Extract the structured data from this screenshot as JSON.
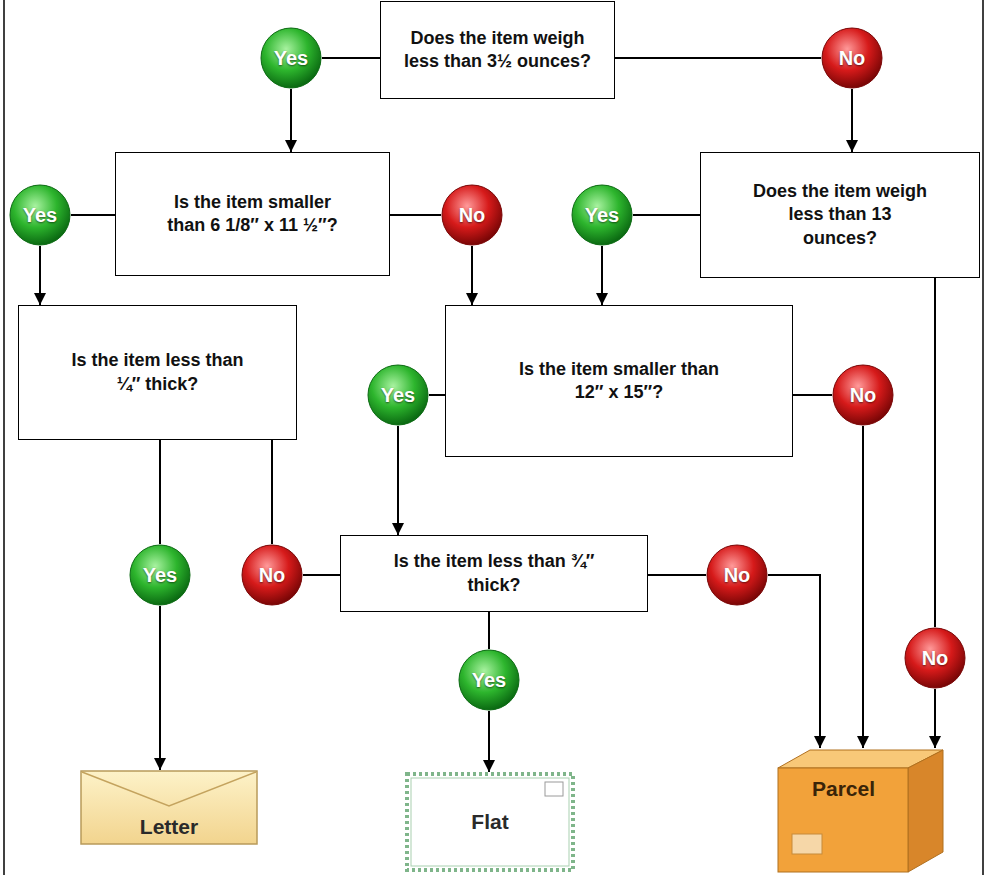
{
  "diagram": {
    "nodes": [
      {
        "text": [
          "Does the item weigh less than 3½ ounces?"
        ]
      },
      {
        "text": [
          "Yes"
        ]
      },
      {
        "text": [
          "No"
        ]
      },
      {
        "text": [
          "Is the item smaller than 6 1/8″ x 11 ½″?"
        ]
      },
      {
        "text": [
          "Does the item weigh less than 13 ounces?"
        ]
      },
      {
        "text": [
          "Yes"
        ]
      },
      {
        "text": [
          "No"
        ]
      },
      {
        "text": [
          "Yes"
        ]
      },
      {
        "text": [
          "Is the item less than ¼″ thick?"
        ]
      },
      {
        "text": [
          "Yes"
        ]
      },
      {
        "text": [
          "Is the item smaller than 12″ x 15″?"
        ]
      },
      {
        "text": [
          "No"
        ]
      },
      {
        "text": [
          "No"
        ]
      },
      {
        "text": [
          "Yes"
        ]
      },
      {
        "text": [
          "No"
        ]
      },
      {
        "text": [
          "Is the item less than ¾″ thick?"
        ]
      },
      {
        "text": [
          "No"
        ]
      },
      {
        "text": [
          "Yes"
        ]
      },
      {
        "text": [
          "Letter"
        ]
      },
      {
        "text": [
          "Flat"
        ]
      },
      {
        "text": [
          "Parcel"
        ]
      }
    ],
    "edges": [
      {
        "from": 0,
        "to": 1,
        "arrow": "none"
      },
      {
        "from": 1,
        "to": 3,
        "arrow": "to"
      },
      {
        "from": 0,
        "to": 2,
        "arrow": "none"
      },
      {
        "from": 2,
        "to": 4,
        "arrow": "to"
      },
      {
        "from": 3,
        "to": 5,
        "arrow": "none"
      },
      {
        "from": 5,
        "to": 8,
        "arrow": "to"
      },
      {
        "from": 3,
        "to": 6,
        "arrow": "none"
      },
      {
        "from": 6,
        "to": 10,
        "arrow": "to"
      },
      {
        "from": 4,
        "to": 7,
        "arrow": "none"
      },
      {
        "from": 7,
        "to": 10,
        "arrow": "to"
      },
      {
        "from": 4,
        "to": 12,
        "arrow": "none"
      },
      {
        "from": 12,
        "to": 20,
        "arrow": "to"
      },
      {
        "from": 10,
        "to": 9,
        "arrow": "none"
      },
      {
        "from": 9,
        "to": 15,
        "arrow": "to"
      },
      {
        "from": 10,
        "to": 11,
        "arrow": "none"
      },
      {
        "from": 11,
        "to": 20,
        "arrow": "to"
      },
      {
        "from": 8,
        "to": 13,
        "arrow": "none"
      },
      {
        "from": 13,
        "to": 18,
        "arrow": "to"
      },
      {
        "from": 8,
        "to": 14,
        "arrow": "none"
      },
      {
        "from": 14,
        "to": 15,
        "arrow": "none"
      },
      {
        "from": 15,
        "to": 16,
        "arrow": "none"
      },
      {
        "from": 16,
        "to": 20,
        "arrow": "to"
      },
      {
        "from": 15,
        "to": 17,
        "arrow": "none"
      },
      {
        "from": 17,
        "to": 19,
        "arrow": "to"
      }
    ]
  }
}
